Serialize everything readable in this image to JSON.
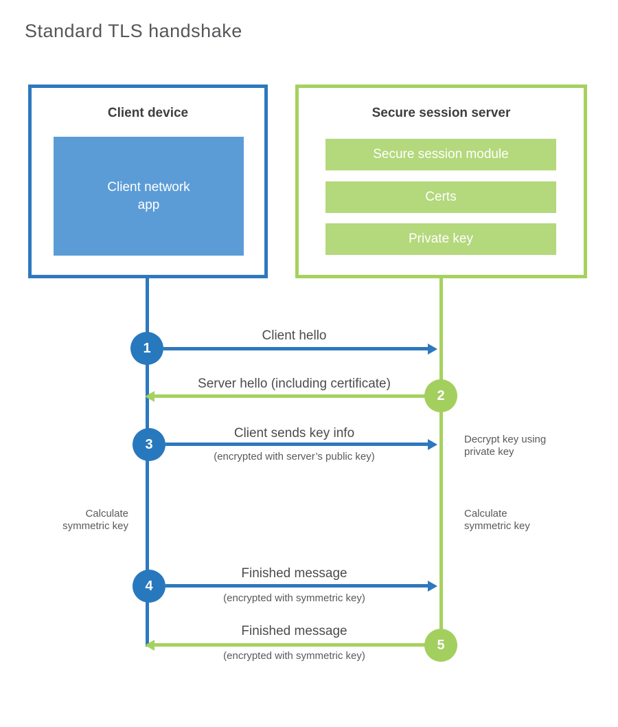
{
  "title": "Standard TLS handshake",
  "colors": {
    "blue_border": "#2e78be",
    "blue_fill": "#5b9cd7",
    "blue_circle": "#2878be",
    "green_border": "#a6d15f",
    "green_fill": "#b4d87c",
    "green_circle": "#a3cf5e",
    "heading_text": "#3d3d3f",
    "label_text": "#4b4b4d",
    "note_text": "#58595b",
    "title_text": "#55565a"
  },
  "client": {
    "title": "Client device",
    "app_label": "Client network app"
  },
  "server": {
    "title": "Secure session server",
    "modules": [
      "Secure session module",
      "Certs",
      "Private key"
    ]
  },
  "steps": [
    {
      "num": "1",
      "direction": "right",
      "label": "Client hello",
      "sublabel": ""
    },
    {
      "num": "2",
      "direction": "left",
      "label": "Server hello (including certificate)",
      "sublabel": ""
    },
    {
      "num": "3",
      "direction": "right",
      "label": "Client sends key info",
      "sublabel": "(encrypted with server’s public key)"
    },
    {
      "num": "4",
      "direction": "right",
      "label": "Finished message",
      "sublabel": "(encrypted with symmetric key)"
    },
    {
      "num": "5",
      "direction": "left",
      "label": "Finished message",
      "sublabel": "(encrypted with symmetric key)"
    }
  ],
  "notes": {
    "decrypt": "Decrypt key using private key",
    "calc_left": "Calculate symmetric key",
    "calc_right": "Calculate symmetric key"
  }
}
